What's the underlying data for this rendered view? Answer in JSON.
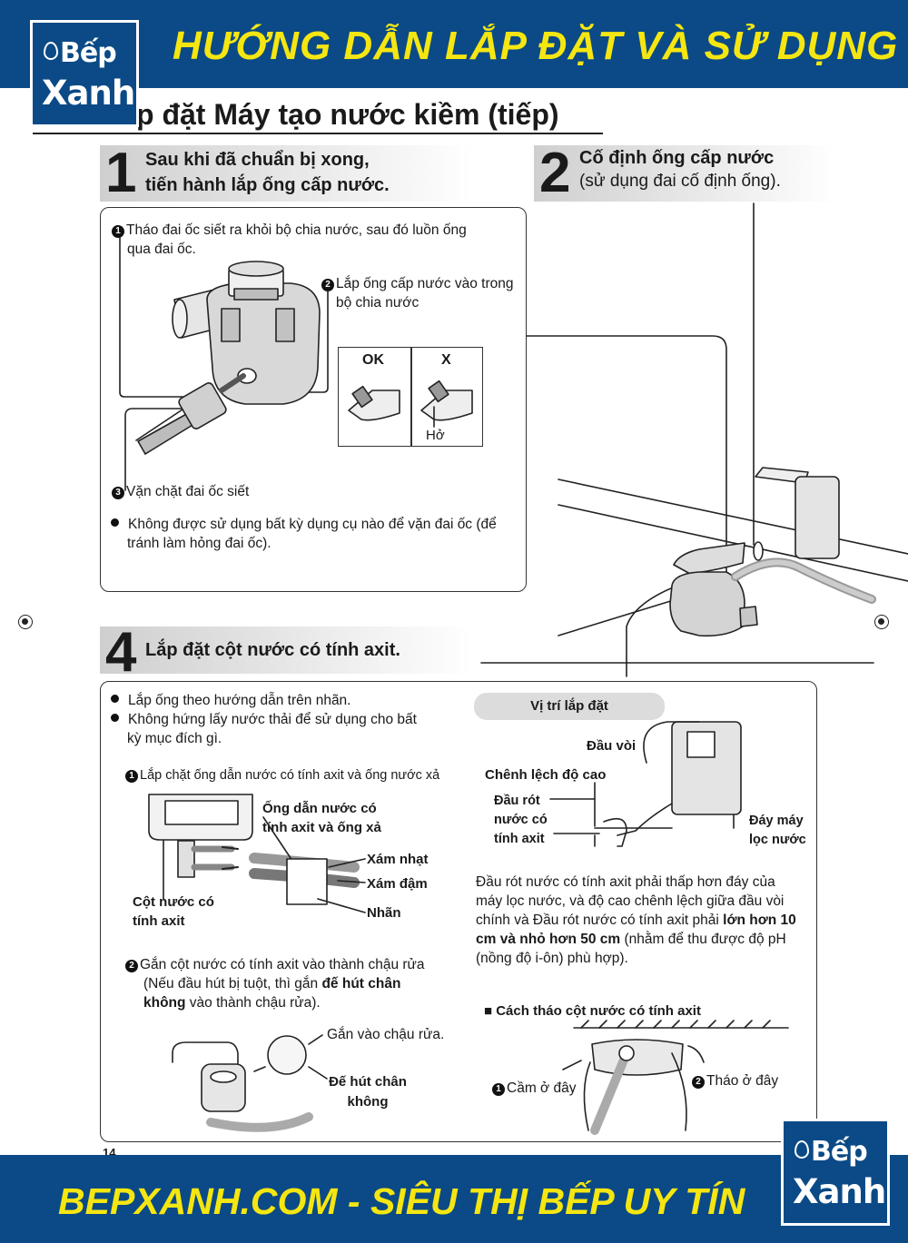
{
  "header": {
    "title": "HƯỚNG DẪN LẮP ĐẶT VÀ SỬ DỤNG",
    "logo_line1": "Bếp",
    "logo_line2": "Xanh"
  },
  "section_title": "p đặt Máy tạo nước kiềm (tiếp)",
  "step1": {
    "number": "1",
    "line1": "Sau khi đã chuẩn bị xong,",
    "line2": "tiến hành lắp ống cấp nước.",
    "item1_num": "1",
    "item1_line1": "Tháo đai ốc siết ra khỏi bộ chia nước, sau đó luồn ống",
    "item1_line2": "qua đai ốc.",
    "item2_num": "2",
    "item2_line1": "Lắp ống cấp nước vào trong",
    "item2_line2": "bộ chia nước",
    "ok_label": "OK",
    "x_label": "X",
    "gap_label": "Hở",
    "item3_num": "3",
    "item3": "Vặn chặt đai ốc siết",
    "note_line1": "Không được sử dụng bất kỳ dụng cụ nào để vặn đai ốc (để",
    "note_line2": "tránh làm hỏng đai ốc)."
  },
  "step2": {
    "number": "2",
    "line1": "Cố định ống cấp nước",
    "line2": "(sử dụng đai cố định ống)."
  },
  "step4": {
    "number": "4",
    "title": "Lắp đặt cột nước có tính axit.",
    "bullet1": "Lắp ống theo hướng dẫn trên nhãn.",
    "bullet2_line1": "Không hứng lấy nước thải để sử dụng cho bất",
    "bullet2_line2": "kỳ mục đích gì.",
    "sub1_num": "1",
    "sub1": "Lắp chặt ống dẫn nước có tính axit và ống nước xả",
    "label_pipe_line1": "Ống dẫn nước có",
    "label_pipe_line2": "tính axit và ống xả",
    "label_light_gray": "Xám nhạt",
    "label_dark_gray": "Xám đậm",
    "label_tag": "Nhãn",
    "label_column_line1": "Cột nước có",
    "label_column_line2": "tính axit",
    "sub2_num": "2",
    "sub2_line1": "Gắn cột nước có tính axit vào thành chậu rửa",
    "sub2_line2a": "(Nếu đầu hút bị tuột, thì gắn ",
    "sub2_line2b": "đế hút chân",
    "sub2_line3a": "không",
    "sub2_line3b": " vào thành chậu rửa).",
    "label_attach": "Gắn vào chậu rửa.",
    "label_suction_line1": "Đế hút chân",
    "label_suction_line2": "không",
    "pill": "Vị trí lắp đặt",
    "label_faucet": "Đầu vòi",
    "label_height_diff": "Chênh lệch độ cao",
    "label_outlet_line1": "Đầu rót",
    "label_outlet_line2": "nước có",
    "label_outlet_line3": "tính axit",
    "label_bottom_line1": "Đáy máy",
    "label_bottom_line2": "lọc nước",
    "desc_line1": "Đầu rót nước có tính axit phải thấp hơn đáy của",
    "desc_line2": "máy lọc nước, và độ cao chênh lệch giữa đầu vòi",
    "desc_line3a": "chính và Đầu rót nước có tính axit phải ",
    "desc_line3b": "lớn hơn 10",
    "desc_line4a": "cm và nhỏ hơn 50 cm",
    "desc_line4b": " (nhằm để thu được độ pH",
    "desc_line5": "(nồng độ i-ôn) phù hợp).",
    "remove_title": "■ Cách tháo cột nước có tính axit",
    "hold_num": "1",
    "hold_label": "Cầm ở đây",
    "remove_num": "2",
    "remove_label": "Tháo ở đây"
  },
  "page_number": "14",
  "footer": {
    "title": "BEPXANH.COM - SIÊU THỊ BẾP UY TÍN",
    "logo_line1": "Bếp",
    "logo_line2": "Xanh"
  },
  "colors": {
    "brand_blue": "#0b4a86",
    "brand_yellow": "#f5e611",
    "step_gray": "#cfcfcf"
  }
}
